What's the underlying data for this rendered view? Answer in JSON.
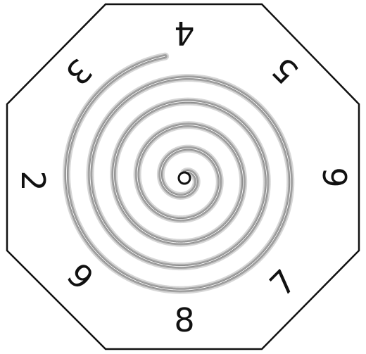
{
  "dial": {
    "labels": [
      "4",
      "5",
      "6",
      "7",
      "8",
      "9",
      "2",
      "3"
    ],
    "colors": {
      "outline": "#111111",
      "background": "#ffffff",
      "spiral_light": "#d2d2d2",
      "spiral_mid": "#9a9a9a",
      "spiral_dark": "#555555"
    }
  }
}
